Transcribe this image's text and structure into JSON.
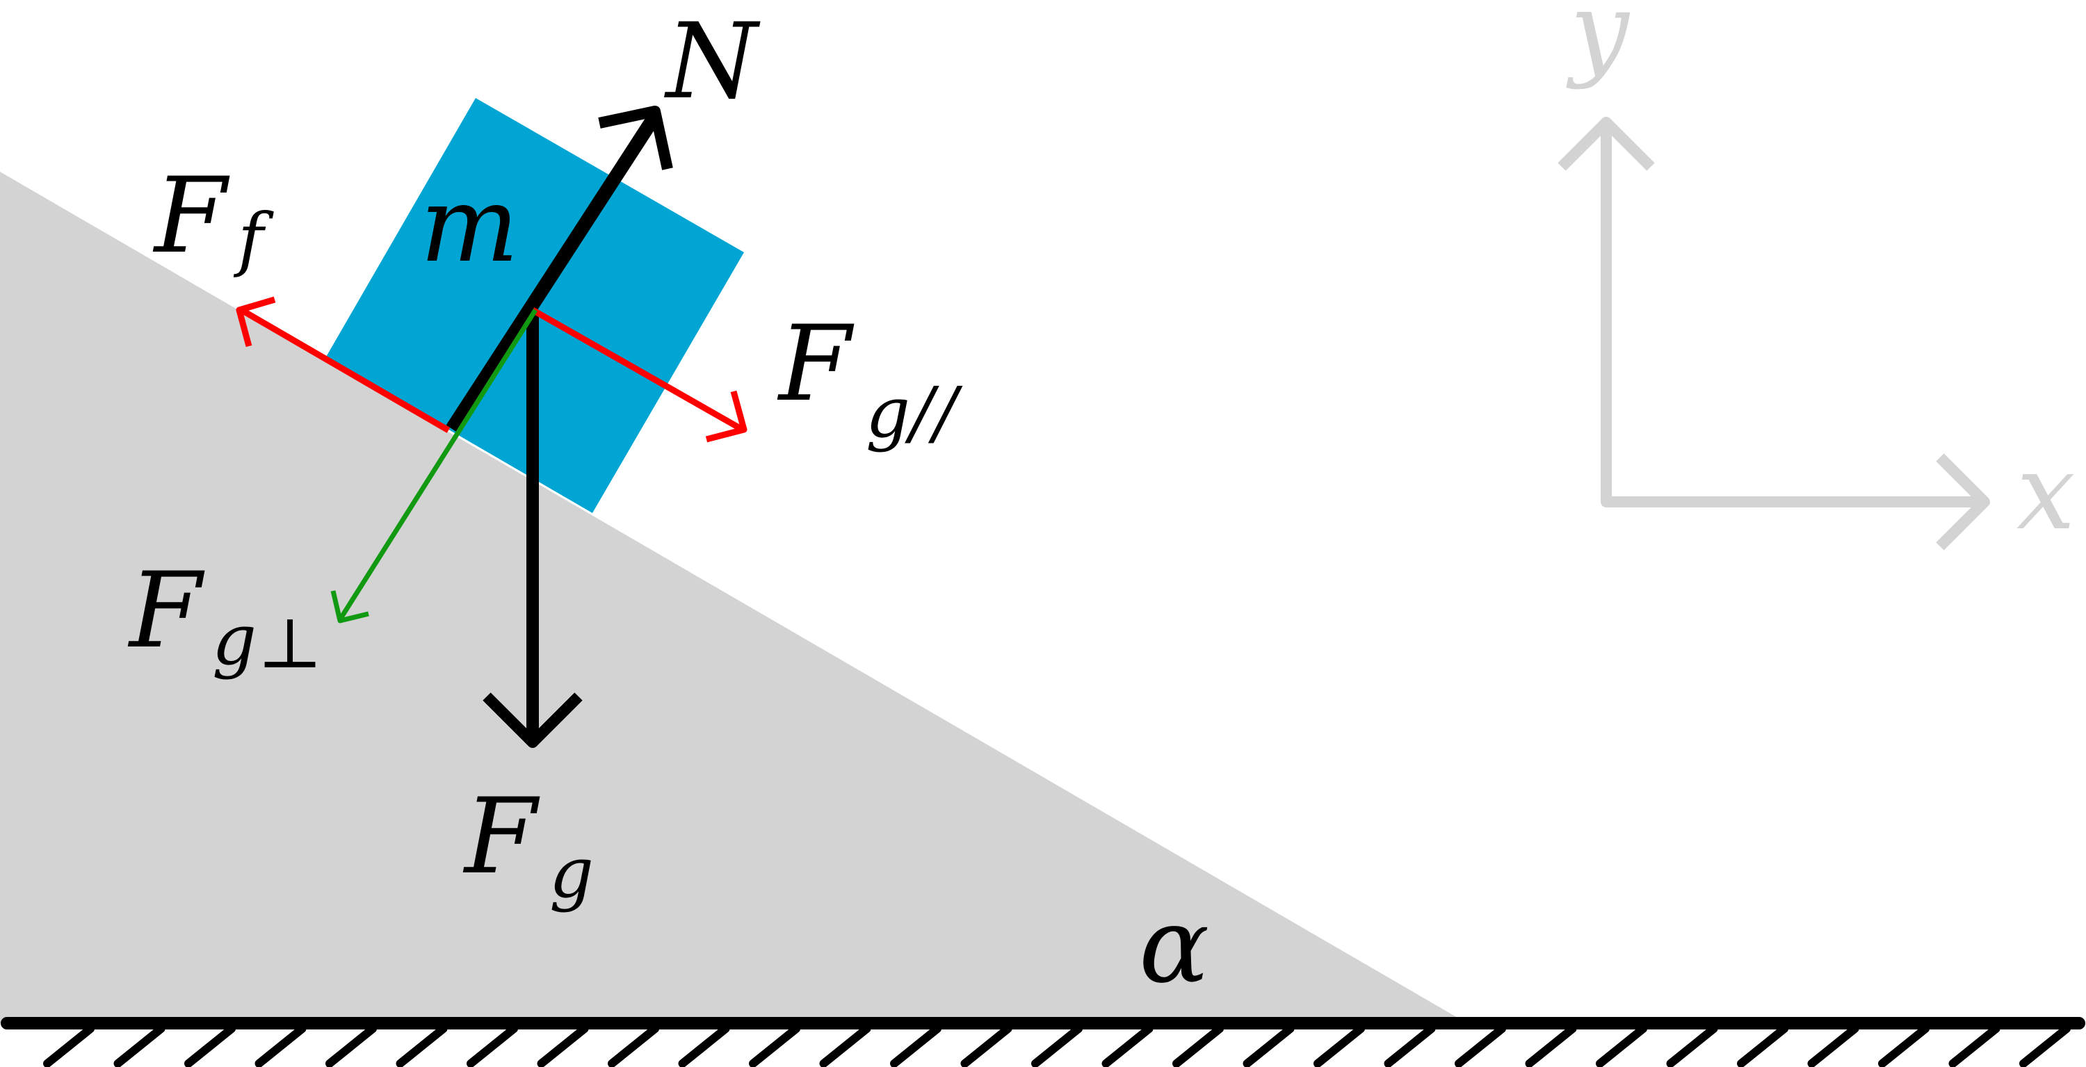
{
  "labels": {
    "normal": "N",
    "mass": "m",
    "friction_main": "F",
    "friction_sub": "f",
    "gpar_main": "F",
    "gpar_sub": "g//",
    "gperp_main": "F",
    "gperp_sub": "g",
    "gperp_symbol": "⊥",
    "gravity_main": "F",
    "gravity_sub": "g",
    "angle": "α",
    "axis_x": "x",
    "axis_y": "y"
  },
  "colors": {
    "incline": "#d3d3d3",
    "block": "#00a5d4",
    "normal_force": "#000000",
    "gravity_force": "#000000",
    "friction_force": "#ff0000",
    "parallel_force": "#ff0000",
    "perpendicular_force": "#119a11",
    "axes": "#d3d3d3",
    "ground": "#000000"
  }
}
